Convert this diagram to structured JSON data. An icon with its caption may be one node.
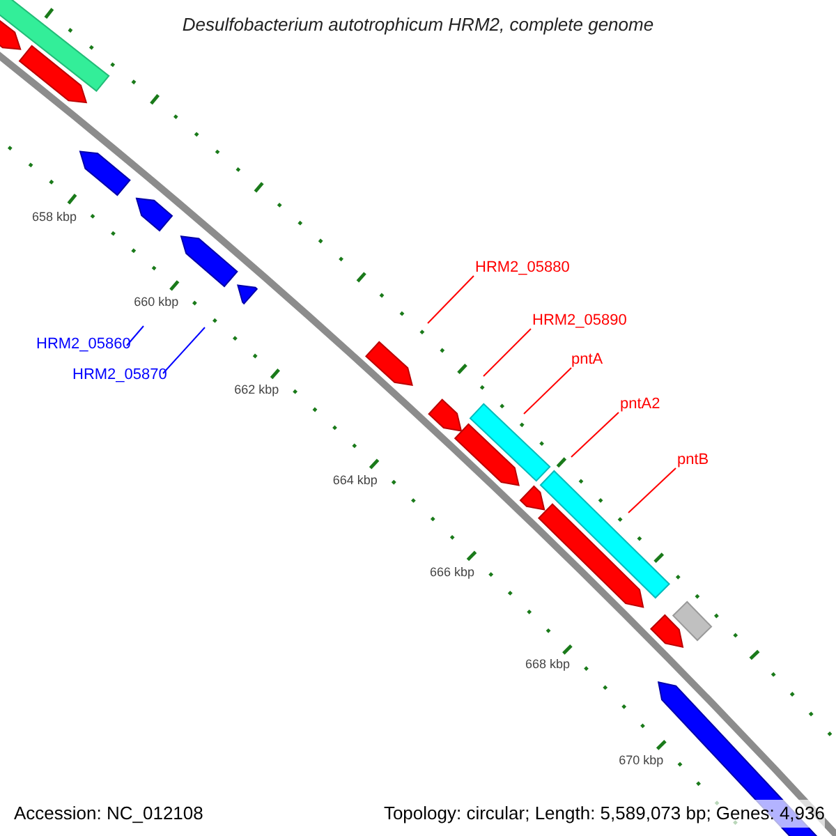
{
  "diagram": {
    "title": "Desulfobacterium autotrophicum HRM2, complete genome",
    "nodes": [
      {
        "text": [
          "HRM2_05860"
        ]
      },
      {
        "text": [
          "HRM2_05870"
        ]
      },
      {
        "text": [
          "HRM2_05880"
        ]
      },
      {
        "text": [
          "HRM2_05890"
        ]
      },
      {
        "text": [
          "pntA"
        ]
      },
      {
        "text": [
          "pntA2"
        ]
      },
      {
        "text": [
          "pntB"
        ]
      }
    ],
    "edges": [
      {
        "from": 0,
        "to": null,
        "arrow": "none",
        "color": "#0000ff"
      },
      {
        "from": 1,
        "to": null,
        "arrow": "none",
        "color": "#0000ff"
      },
      {
        "from": 2,
        "to": null,
        "arrow": "none"
      },
      {
        "from": 3,
        "to": null,
        "arrow": "none"
      },
      {
        "from": 4,
        "to": null,
        "arrow": "none"
      },
      {
        "from": 5,
        "to": null,
        "arrow": "none"
      },
      {
        "from": 6,
        "to": null,
        "arrow": "none"
      }
    ],
    "labels": [
      "658 kbp",
      "660 kbp",
      "662 kbp",
      "664 kbp",
      "666 kbp",
      "668 kbp",
      "670 kbp",
      "Accession: NC_012108",
      "Topology: circular; Length: 5,589,073 bp; Genes: 4,936"
    ]
  }
}
